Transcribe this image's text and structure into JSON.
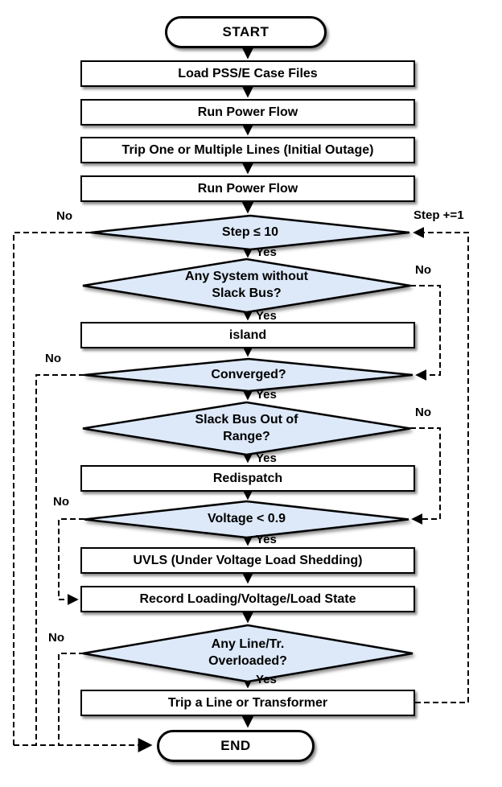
{
  "flowchart": {
    "nodes": {
      "start": {
        "type": "terminator",
        "label": "START"
      },
      "load_case_files": {
        "type": "process",
        "label": "Load PSS/E Case Files"
      },
      "run_power_flow_1": {
        "type": "process",
        "label": "Run Power Flow"
      },
      "trip_initial_outage": {
        "type": "process",
        "label": "Trip One or Multiple Lines (Initial Outage)"
      },
      "run_power_flow_2": {
        "type": "process",
        "label": "Run Power Flow"
      },
      "step_check": {
        "type": "decision",
        "label": "Step ≤ 10"
      },
      "system_without_slack": {
        "type": "decision",
        "label": "Any System without\nSlack Bus?"
      },
      "island": {
        "type": "process",
        "label": "island"
      },
      "converged": {
        "type": "decision",
        "label": "Converged?"
      },
      "slack_out_of_range": {
        "type": "decision",
        "label": "Slack Bus Out of\nRange?"
      },
      "redispatch": {
        "type": "process",
        "label": "Redispatch"
      },
      "voltage_check": {
        "type": "decision",
        "label": "Voltage < 0.9"
      },
      "uvls": {
        "type": "process",
        "label": "UVLS (Under Voltage Load Shedding)"
      },
      "record_state": {
        "type": "process",
        "label": "Record Loading/Voltage/Load State"
      },
      "line_overloaded": {
        "type": "decision",
        "label": "Any Line/Tr.\nOverloaded?"
      },
      "trip_line_or_transformer": {
        "type": "process",
        "label": "Trip a Line or Transformer"
      },
      "end": {
        "type": "terminator",
        "label": "END"
      }
    },
    "edge_labels": {
      "yes": "Yes",
      "no": "No",
      "step_increment": "Step +=1"
    },
    "colors": {
      "decision_fill": "#dde8f8",
      "process_fill": "#ffffff",
      "line": "#000000",
      "background": "#ffffff"
    }
  }
}
